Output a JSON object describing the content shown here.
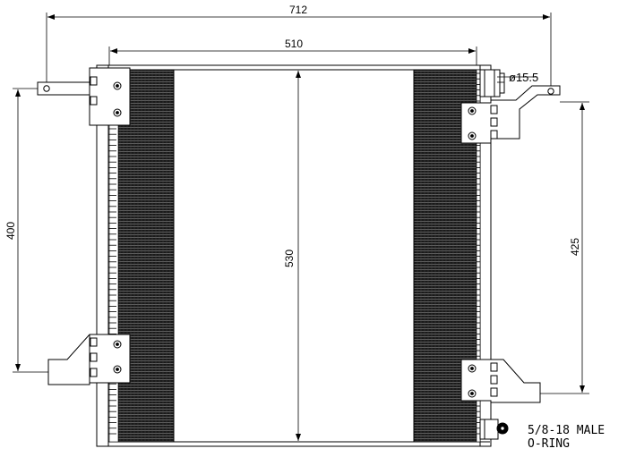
{
  "dimensions": {
    "overall_width": "712",
    "core_width": "510",
    "core_height": "530",
    "left_bracket_spacing": "400",
    "right_bracket_spacing": "425",
    "port_diameter": "ø15.5"
  },
  "fitting_note": {
    "line1": "5/8-18 MALE",
    "line2": "O-RING"
  },
  "colors": {
    "line": "#000000",
    "fin_dark": "#1a1a1a",
    "background": "#ffffff"
  }
}
